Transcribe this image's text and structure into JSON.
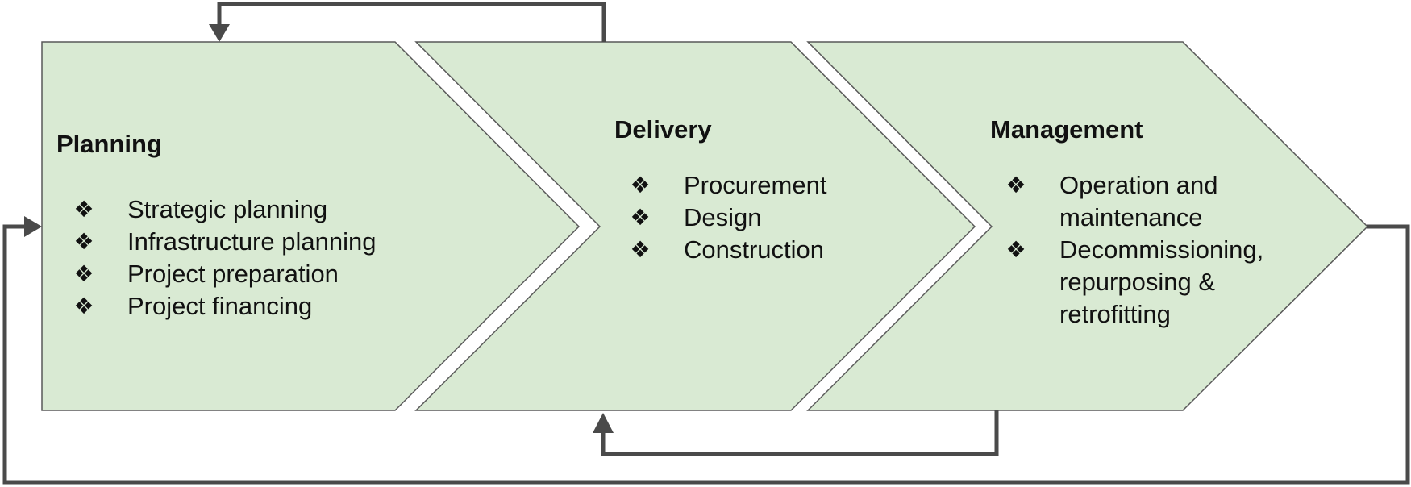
{
  "stages": [
    {
      "title": "Planning",
      "items": [
        "Strategic planning",
        "Infrastructure planning",
        "Project preparation",
        "Project financing"
      ]
    },
    {
      "title": "Delivery",
      "items": [
        "Procurement",
        "Design",
        "Construction"
      ]
    },
    {
      "title": "Management",
      "items": [
        "Operation and maintenance",
        "Decommissioning, repurposing & retrofitting"
      ]
    }
  ],
  "bullet_glyph": "❖",
  "colors": {
    "stage_fill": "#d9ead3",
    "stage_border": "#595959",
    "arrow": "#4a4a4a"
  }
}
